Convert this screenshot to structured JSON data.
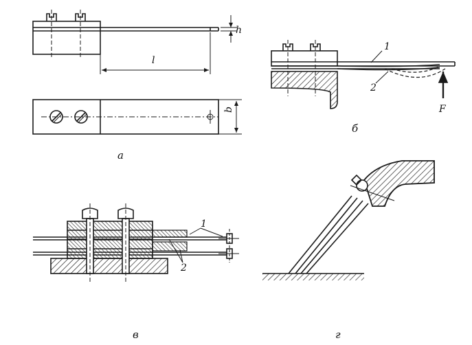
{
  "panels": {
    "a": {
      "label": "а",
      "dim_h": "h",
      "dim_l": "l",
      "dim_b": "b"
    },
    "b": {
      "label": "б",
      "callout_1": "1",
      "callout_2": "2",
      "force": "F"
    },
    "v": {
      "label": "в",
      "callout_1": "1",
      "callout_2": "2"
    },
    "g": {
      "label": "г"
    }
  },
  "colors": {
    "ink": "#1a1a1a",
    "background": "#ffffff"
  }
}
